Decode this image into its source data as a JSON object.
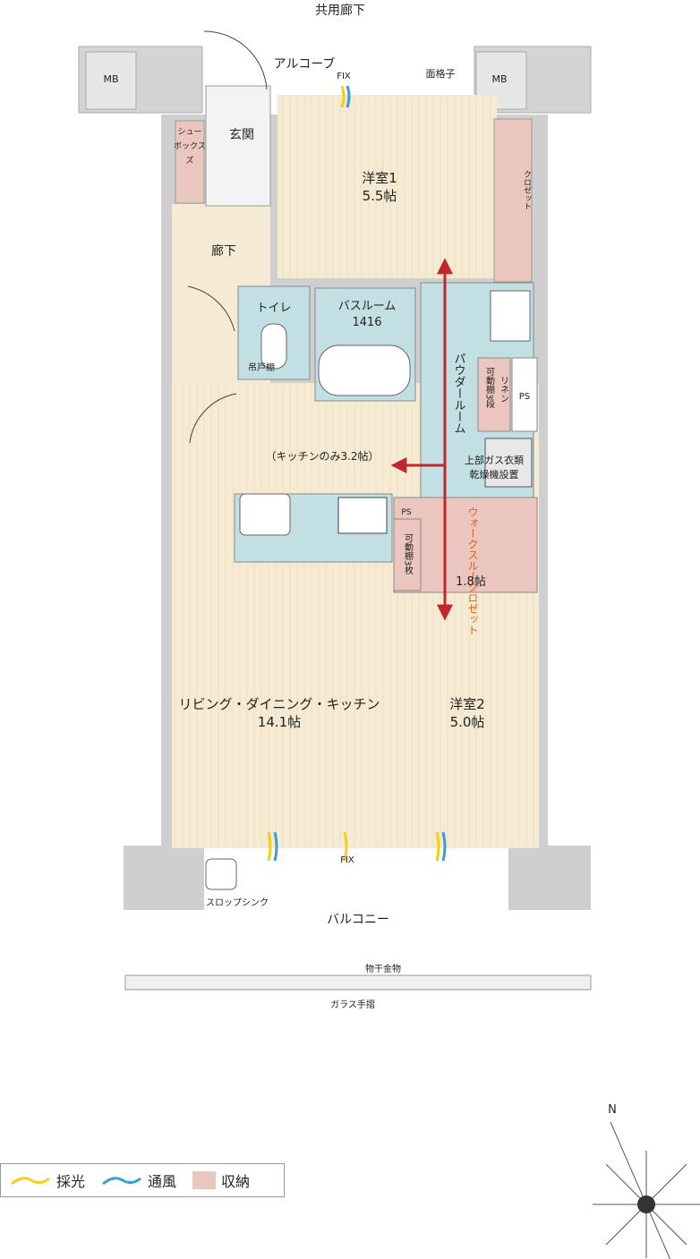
{
  "labels": {
    "corridor": "共用廊下",
    "alcove": "アルコーブ",
    "fix_top": "FIX",
    "lattice": "面格子",
    "mb_left": "MB",
    "mb_right": "MB",
    "entrance": "玄関",
    "shoe_box_line1": "シュー",
    "shoe_box_line2": "ボックス",
    "shoe_box_line3": "ズ",
    "hallway": "廊下",
    "room1_name": "洋室1",
    "room1_size": "5.5帖",
    "closet": "クロゼット",
    "toilet": "トイレ",
    "hanging_shelf": "吊戸棚",
    "bath_name": "バスルーム",
    "bath_size": "1416",
    "powder_room": "パウダールーム",
    "adjustable_shelf_3": "可動棚3段",
    "linen": "リネン",
    "ps_right": "PS",
    "dryer_line1": "上部ガス衣類",
    "dryer_line2": "乾燥機設置",
    "kitchen_only": "（キッチンのみ3.2帖）",
    "ps_kitchen": "PS",
    "shelf_3_sheets": "可動棚3枚",
    "walk_through_closet": "ウォークスルークロゼット",
    "wtc_size": "1.8帖",
    "ldk_name": "リビング・ダイニング・キッチン",
    "ldk_size": "14.1帖",
    "room2_name": "洋室2",
    "room2_size": "5.0帖",
    "fix_bottom": "FIX",
    "slop_sink": "スロップシンク",
    "balcony": "バルコニー",
    "drying_hardware": "物干金物",
    "glass_handrail": "ガラス手摺",
    "compass_n": "N"
  },
  "legend": {
    "light": "採光",
    "ventilation": "通風",
    "storage": "収納"
  },
  "colors": {
    "floor": "#f5ead3",
    "wet": "#c2dfe4",
    "storage": "#ebc6bf",
    "wall": "#c8c8c8",
    "arrow": "#c0262c",
    "light": "#f4cf1a",
    "ventilation": "#3a9fd8",
    "orange_text": "#e2601b"
  }
}
